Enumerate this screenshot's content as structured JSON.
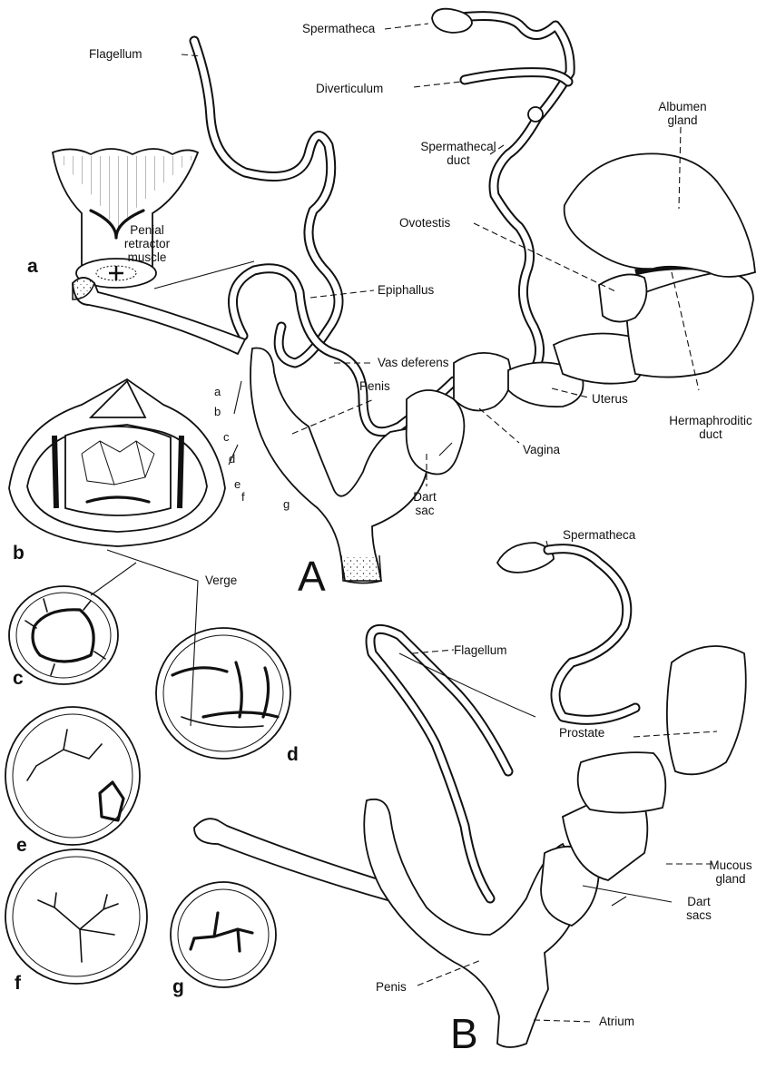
{
  "figure_letters": {
    "A": "A",
    "B": "B"
  },
  "panels": {
    "a": "a",
    "b": "b",
    "c": "c",
    "d": "d",
    "e": "e",
    "f": "f",
    "g": "g"
  },
  "level_letters": {
    "a": "a",
    "b": "b",
    "c": "c",
    "d": "d",
    "e": "e",
    "f": "f",
    "g": "g"
  },
  "labels_A": {
    "flagellum": "Flagellum",
    "spermatheca": "Spermatheca",
    "diverticulum": "Diverticulum",
    "spermathecal_duct_1": "Spermathecal",
    "spermathecal_duct_2": "duct",
    "albumen_gland_1": "Albumen",
    "albumen_gland_2": "gland",
    "ovotestis": "Ovotestis",
    "penial_retractor_1": "Penial",
    "penial_retractor_2": "retractor",
    "penial_retractor_3": "muscle",
    "epiphallus": "Epiphallus",
    "vas_deferens": "Vas deferens",
    "penis": "Penis",
    "uterus": "Uterus",
    "hermaphroditic_duct_1": "Hermaphroditic",
    "hermaphroditic_duct_2": "duct",
    "vagina": "Vagina",
    "dart_sac_1": "Dart",
    "dart_sac_2": "sac"
  },
  "labels_B": {
    "spermatheca": "Spermatheca",
    "flagellum": "Flagellum",
    "prostate": "Prostate",
    "mucous_gland_1": "Mucous",
    "mucous_gland_2": "gland",
    "dart_sacs_1": "Dart",
    "dart_sacs_2": "sacs",
    "penis": "Penis",
    "atrium": "Atrium"
  },
  "verge": "Verge"
}
